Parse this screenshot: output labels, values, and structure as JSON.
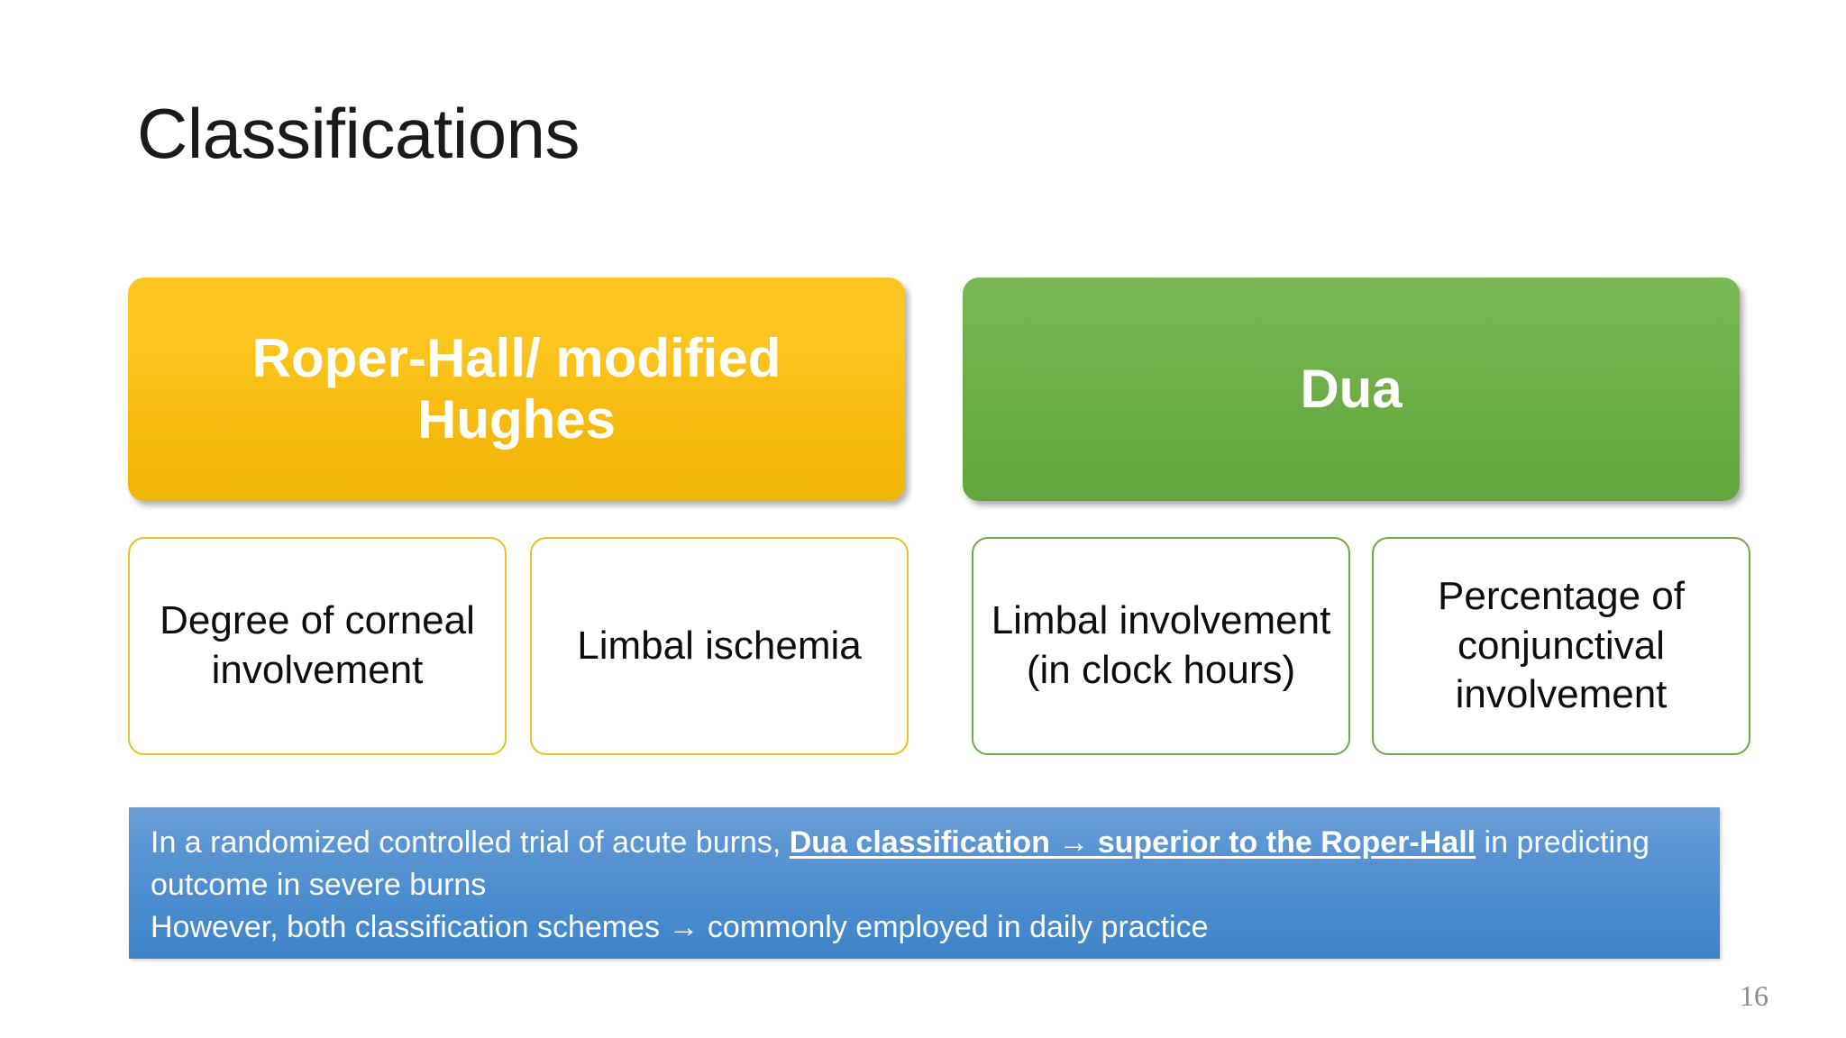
{
  "slide": {
    "title": "Classifications",
    "page_number": "16",
    "background_color": "#FFFFFF"
  },
  "columns": [
    {
      "id": "roper-hall",
      "banner_label": "Roper-Hall/ modified Hughes",
      "banner_color": "#FCC51F",
      "accent_color": "#EFBE25",
      "criteria": [
        {
          "label": "Degree of corneal involvement"
        },
        {
          "label": "Limbal ischemia"
        }
      ]
    },
    {
      "id": "dua",
      "banner_label": "Dua",
      "banner_color": "#6FAE49",
      "accent_color": "#6FA84B",
      "criteria": [
        {
          "label": "Limbal involvement (in clock hours)"
        },
        {
          "label": "Percentage of conjunctival involvement"
        }
      ]
    }
  ],
  "callout": {
    "background_color": "#4E8ECF",
    "text_color": "#FFFFFF",
    "line1_before": "In a randomized controlled trial of acute burns, ",
    "line1_emphasis": "Dua classification → superior to the Roper-Hall",
    "line1_after": " in predicting",
    "line2": "outcome in severe burns",
    "line3": "However, both classification schemes → commonly employed in daily practice"
  }
}
